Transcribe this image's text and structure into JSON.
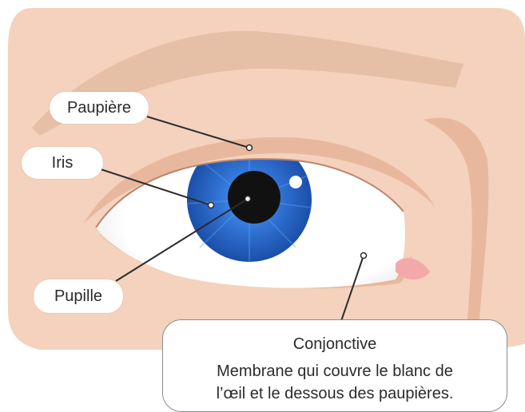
{
  "labels": {
    "eyelid": "Paupière",
    "iris": "Iris",
    "pupil": "Pupille"
  },
  "callout": {
    "title": "Conjonctive",
    "description_line1": "Membrane qui couvre le blanc de",
    "description_line2": "l’œil et le dessous des paupières."
  },
  "colors": {
    "skin": "#f4d2bd",
    "skin_shadow": "#e8b89e",
    "brow": "#e6bfa7",
    "sclera": "#ffffff",
    "iris_blue": "#2f6fd0",
    "iris_dark": "#1b4fa8",
    "pupil": "#111111",
    "leader_line": "#2b2b2b"
  }
}
